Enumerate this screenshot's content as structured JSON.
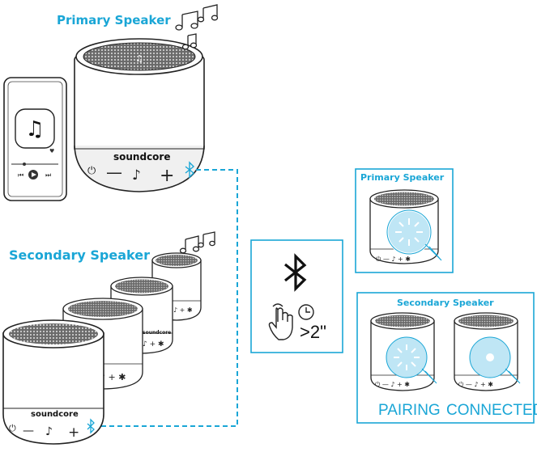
{
  "labels": {
    "primary_speaker": "Primary Speaker",
    "secondary_speaker": "Secondary Speaker",
    "primary_speaker_box": "Primary Speaker",
    "secondary_speaker_box": "Secondary Speaker",
    "pairing": "PAIRING",
    "connected": "CONNECTED",
    "hold_time": ">2\"",
    "brand": "soundcore"
  },
  "icons": {
    "music_notes": "music-notes-icon",
    "bluetooth": "bluetooth-icon",
    "hand_press": "hand-press-icon",
    "clock": "clock-icon",
    "phone_note": "music-note-icon"
  },
  "colors": {
    "accent": "#1aa6d6",
    "line": "#222222",
    "light_ring": "#bfe6f5"
  }
}
